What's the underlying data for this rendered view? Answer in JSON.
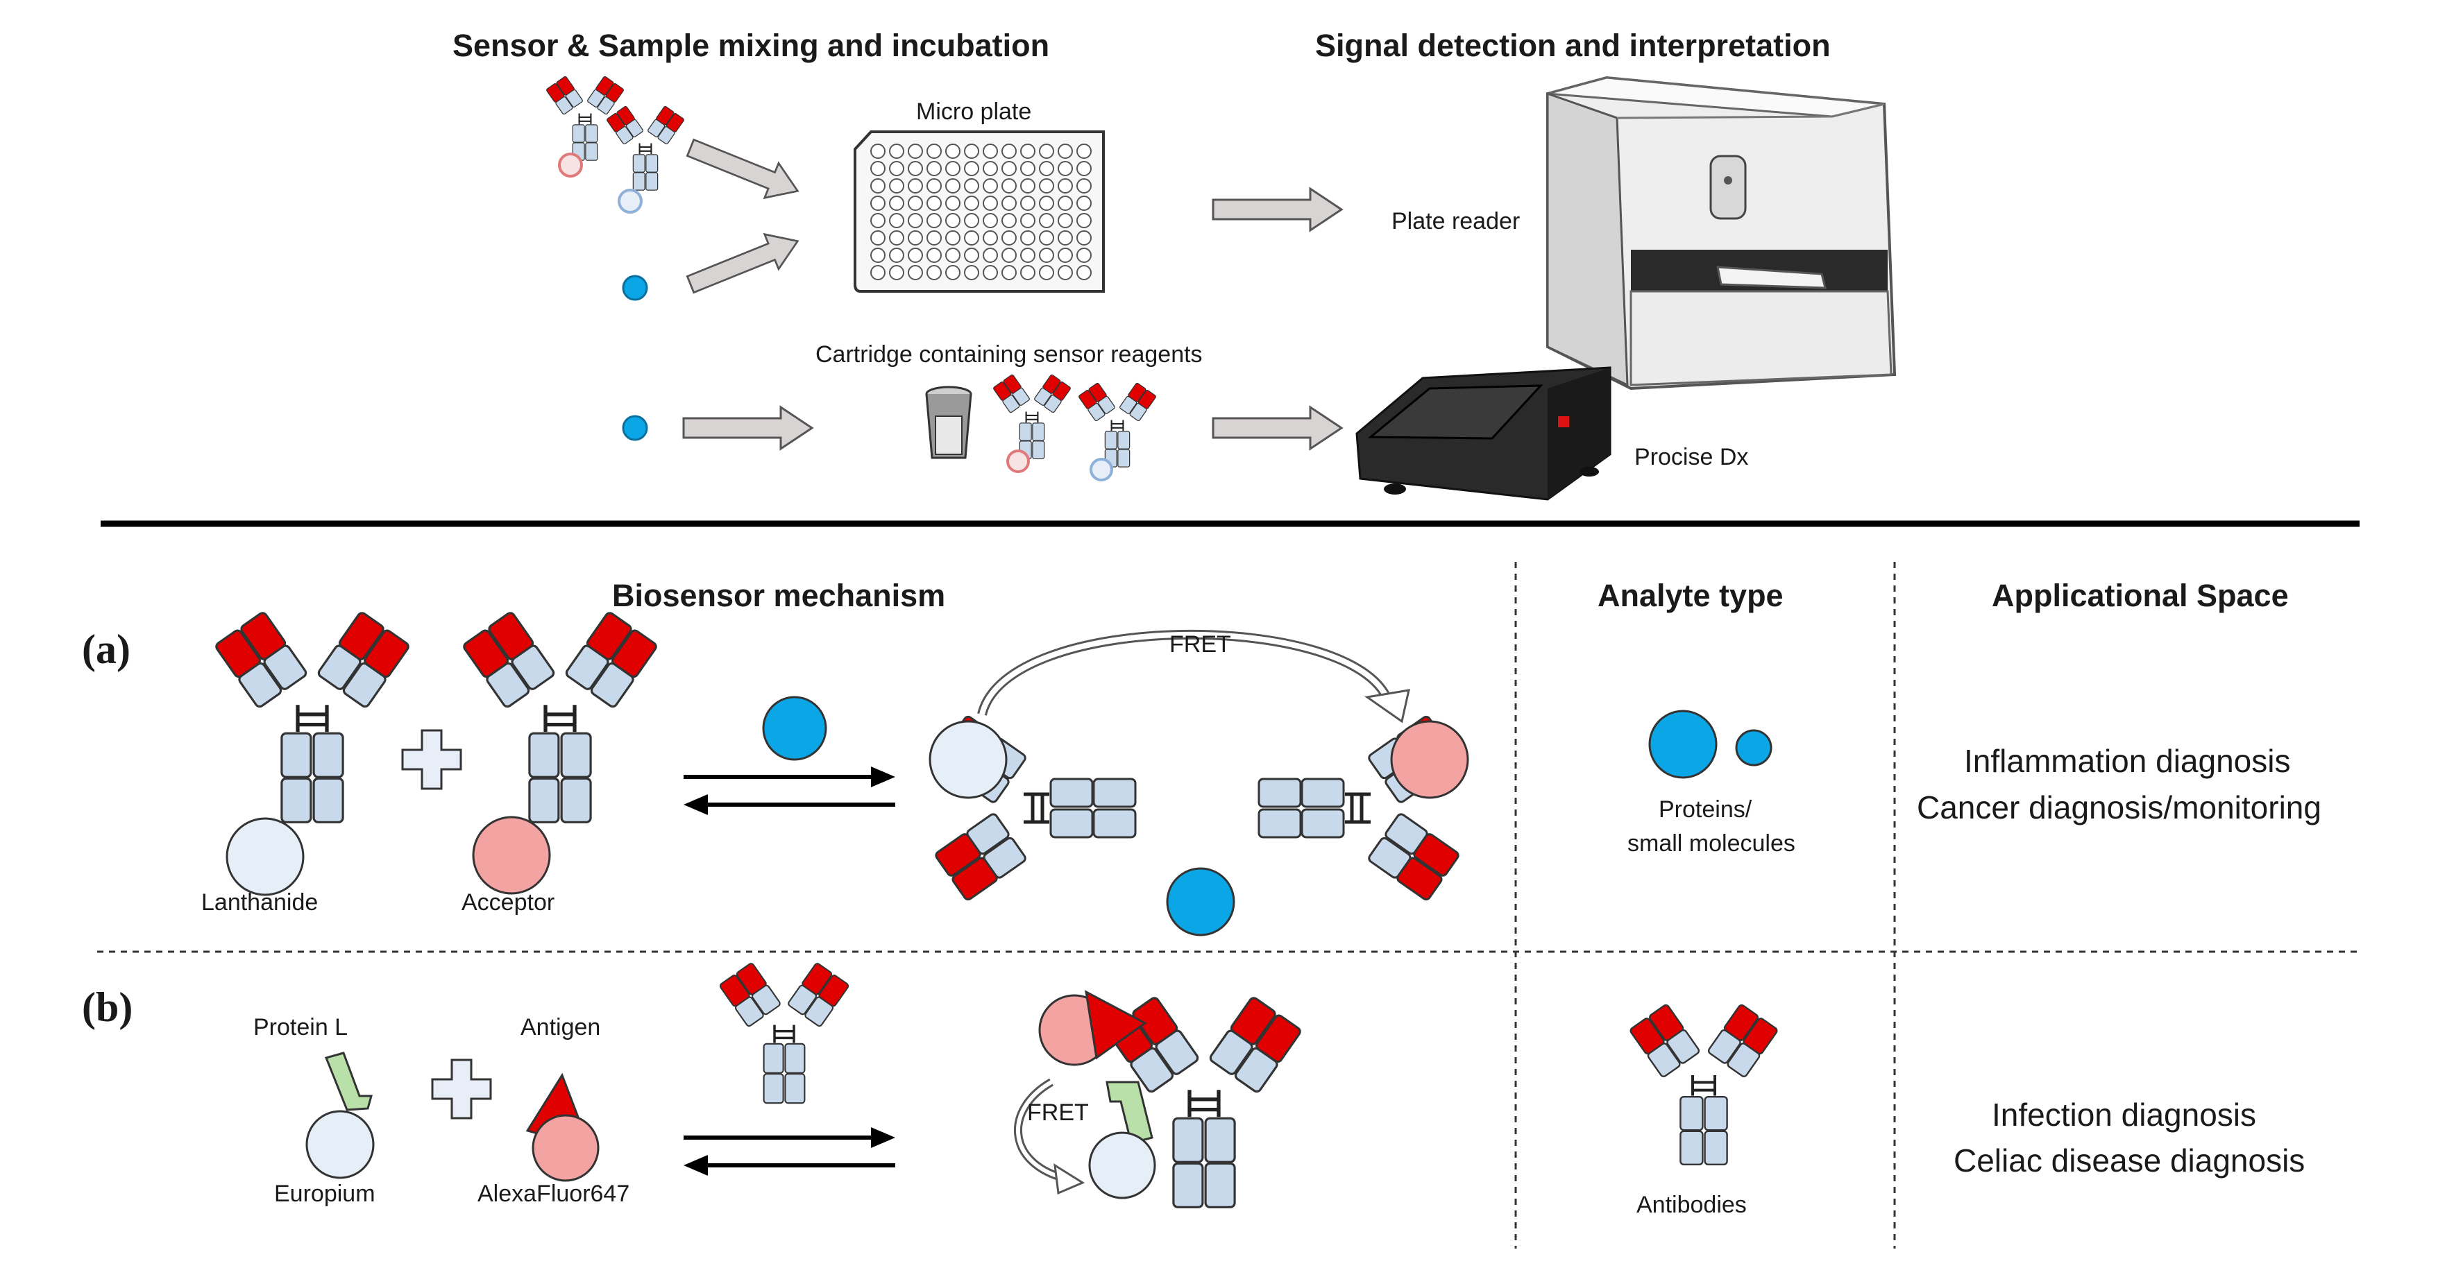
{
  "top": {
    "heading_left": "Sensor & Sample mixing and incubation",
    "heading_right": "Signal detection and interpretation",
    "micro_plate": "Micro plate",
    "plate_reader": "Plate reader",
    "cartridge": "Cartridge containing sensor reagents",
    "procise": "Procise Dx"
  },
  "columns": {
    "mechanism": "Biosensor mechanism",
    "analyte": "Analyte type",
    "application": "Applicational Space"
  },
  "row_a": {
    "label": "(a)",
    "lanthanide": "Lanthanide",
    "acceptor": "Acceptor",
    "fret": "FRET",
    "analyte_text_1": "Proteins/",
    "analyte_text_2": "small molecules",
    "app_1": "Inflammation diagnosis",
    "app_2": "Cancer diagnosis/monitoring"
  },
  "row_b": {
    "label": "(b)",
    "protein_l": "Protein L",
    "antigen": "Antigen",
    "europium": "Europium",
    "alexa": "AlexaFluor647",
    "fret": "FRET",
    "analyte_text": "Antibodies",
    "app_1": "Infection diagnosis",
    "app_2": "Celiac disease diagnosis"
  },
  "colors": {
    "antibody_fill": "#c9d9ec",
    "antibody_red": "#e10000",
    "analyte_blue": "#0ba6e6",
    "donor_light": "#e6eef8",
    "acceptor_pink": "#f4a3a3",
    "protein_l_green": "#b8e0a8",
    "arrow_grey": "#d9d4d4"
  }
}
